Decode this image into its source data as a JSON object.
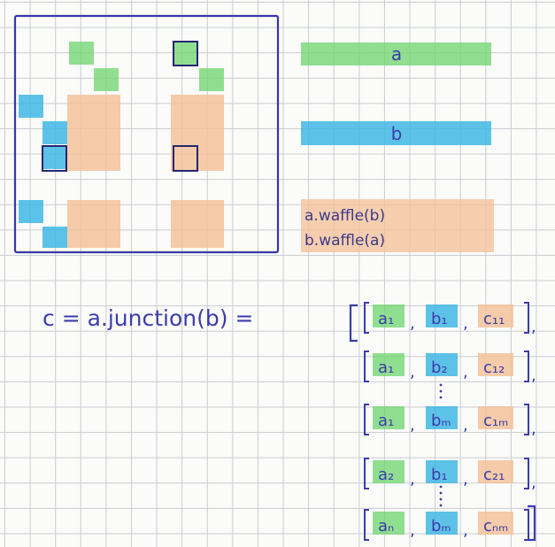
{
  "colors": {
    "a": "#6cd46c",
    "b": "#36b4e4",
    "waffle": "#f4bf95",
    "ink": "#3c3cab"
  },
  "legend": {
    "a_label": "a",
    "b_label": "b",
    "waffle_a_b": "a.waffle(b)",
    "waffle_b_a": "b.waffle(a)"
  },
  "equation": {
    "lhs": "c = a.junction(b) =",
    "rows": [
      {
        "a": "a₁",
        "b": "b₁",
        "c": "c₁₁"
      },
      {
        "a": "a₁",
        "b": "b₂",
        "c": "c₁₂"
      },
      {
        "a": "a₁",
        "b": "bₘ",
        "c": "c₁ₘ"
      },
      {
        "a": "a₂",
        "b": "b₁",
        "c": "c₂₁"
      },
      {
        "a": "aₙ",
        "b": "bₘ",
        "c": "cₙₘ"
      }
    ]
  }
}
